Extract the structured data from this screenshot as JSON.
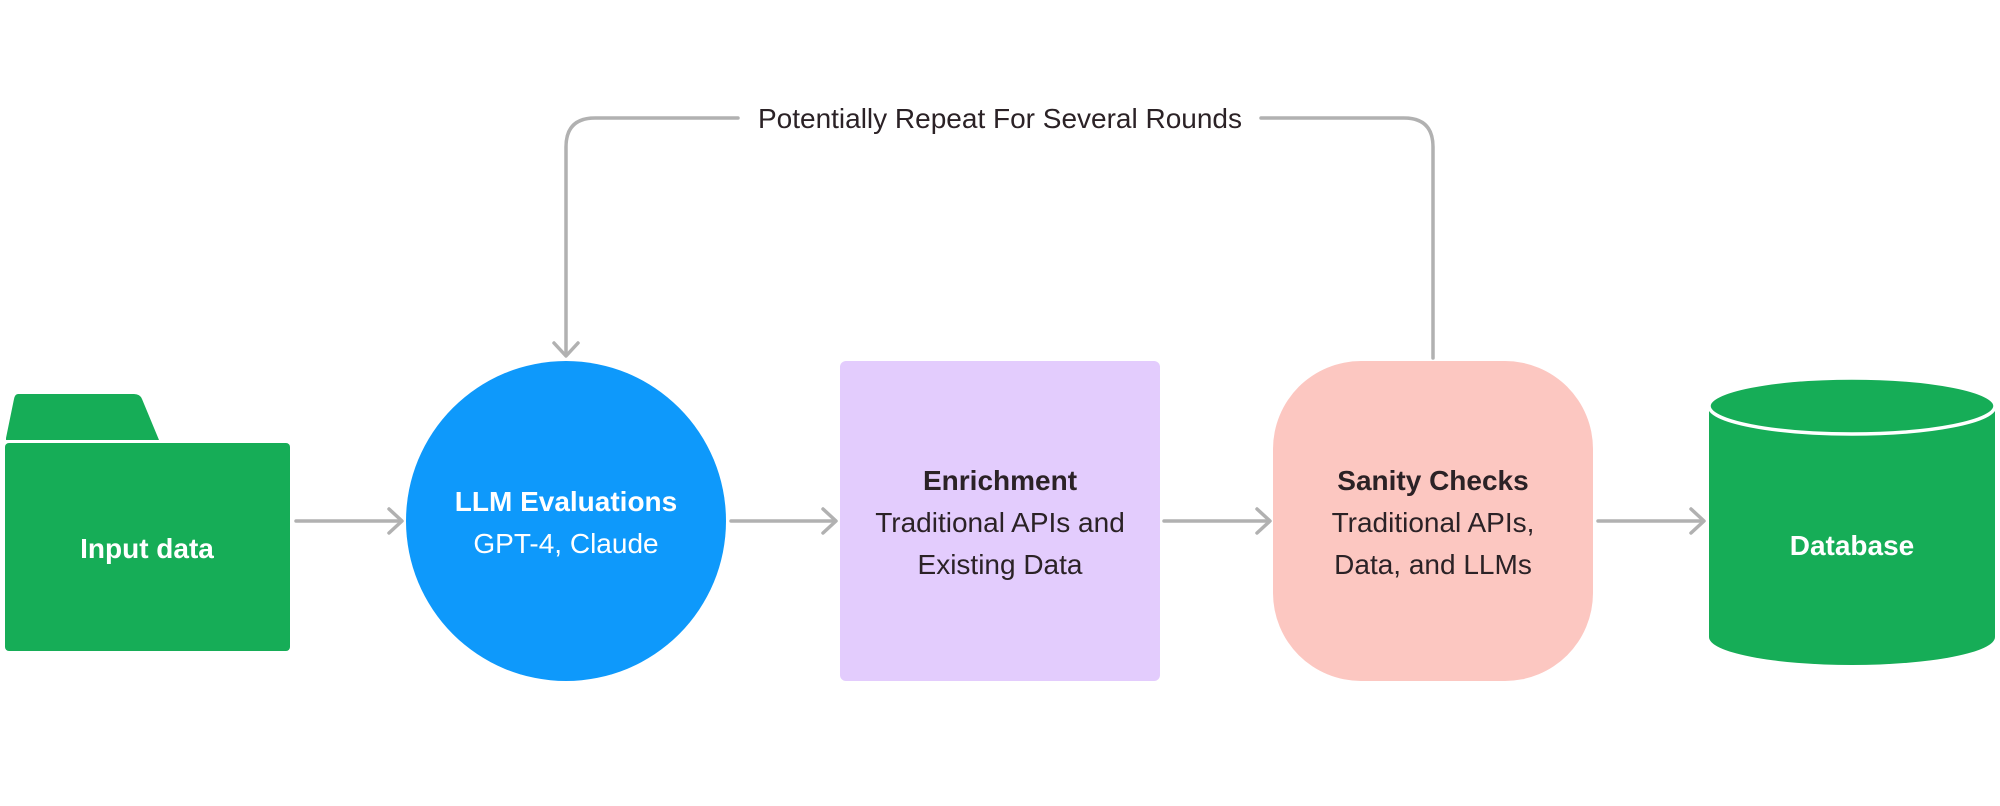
{
  "colors": {
    "green": "#16ad57",
    "blue": "#0e99fb",
    "purple": "#e3ccfd",
    "pink": "#fcc7c1",
    "connector": "#b1b1b1",
    "dark_text": "#2b2226",
    "white_text": "#ffffff"
  },
  "loop_label": "Potentially Repeat For Several Rounds",
  "nodes": {
    "input": {
      "shape": "folder",
      "title": "Input data"
    },
    "llm": {
      "shape": "circle",
      "title": "LLM Evaluations",
      "subtitle": "GPT-4, Claude"
    },
    "enrichment": {
      "shape": "square",
      "title": "Enrichment",
      "line1": "Traditional APIs and",
      "line2": "Existing Data"
    },
    "sanity": {
      "shape": "rounded-square",
      "title": "Sanity Checks",
      "line1": "Traditional APIs,",
      "line2": "Data, and LLMs"
    },
    "database": {
      "shape": "cylinder",
      "title": "Database"
    }
  },
  "edges": [
    {
      "from": "Input data",
      "to": "LLM Evaluations"
    },
    {
      "from": "LLM Evaluations",
      "to": "Enrichment"
    },
    {
      "from": "Enrichment",
      "to": "Sanity Checks"
    },
    {
      "from": "Sanity Checks",
      "to": "Database"
    },
    {
      "from": "Sanity Checks",
      "to": "LLM Evaluations",
      "label": "Potentially Repeat For Several Rounds"
    }
  ]
}
